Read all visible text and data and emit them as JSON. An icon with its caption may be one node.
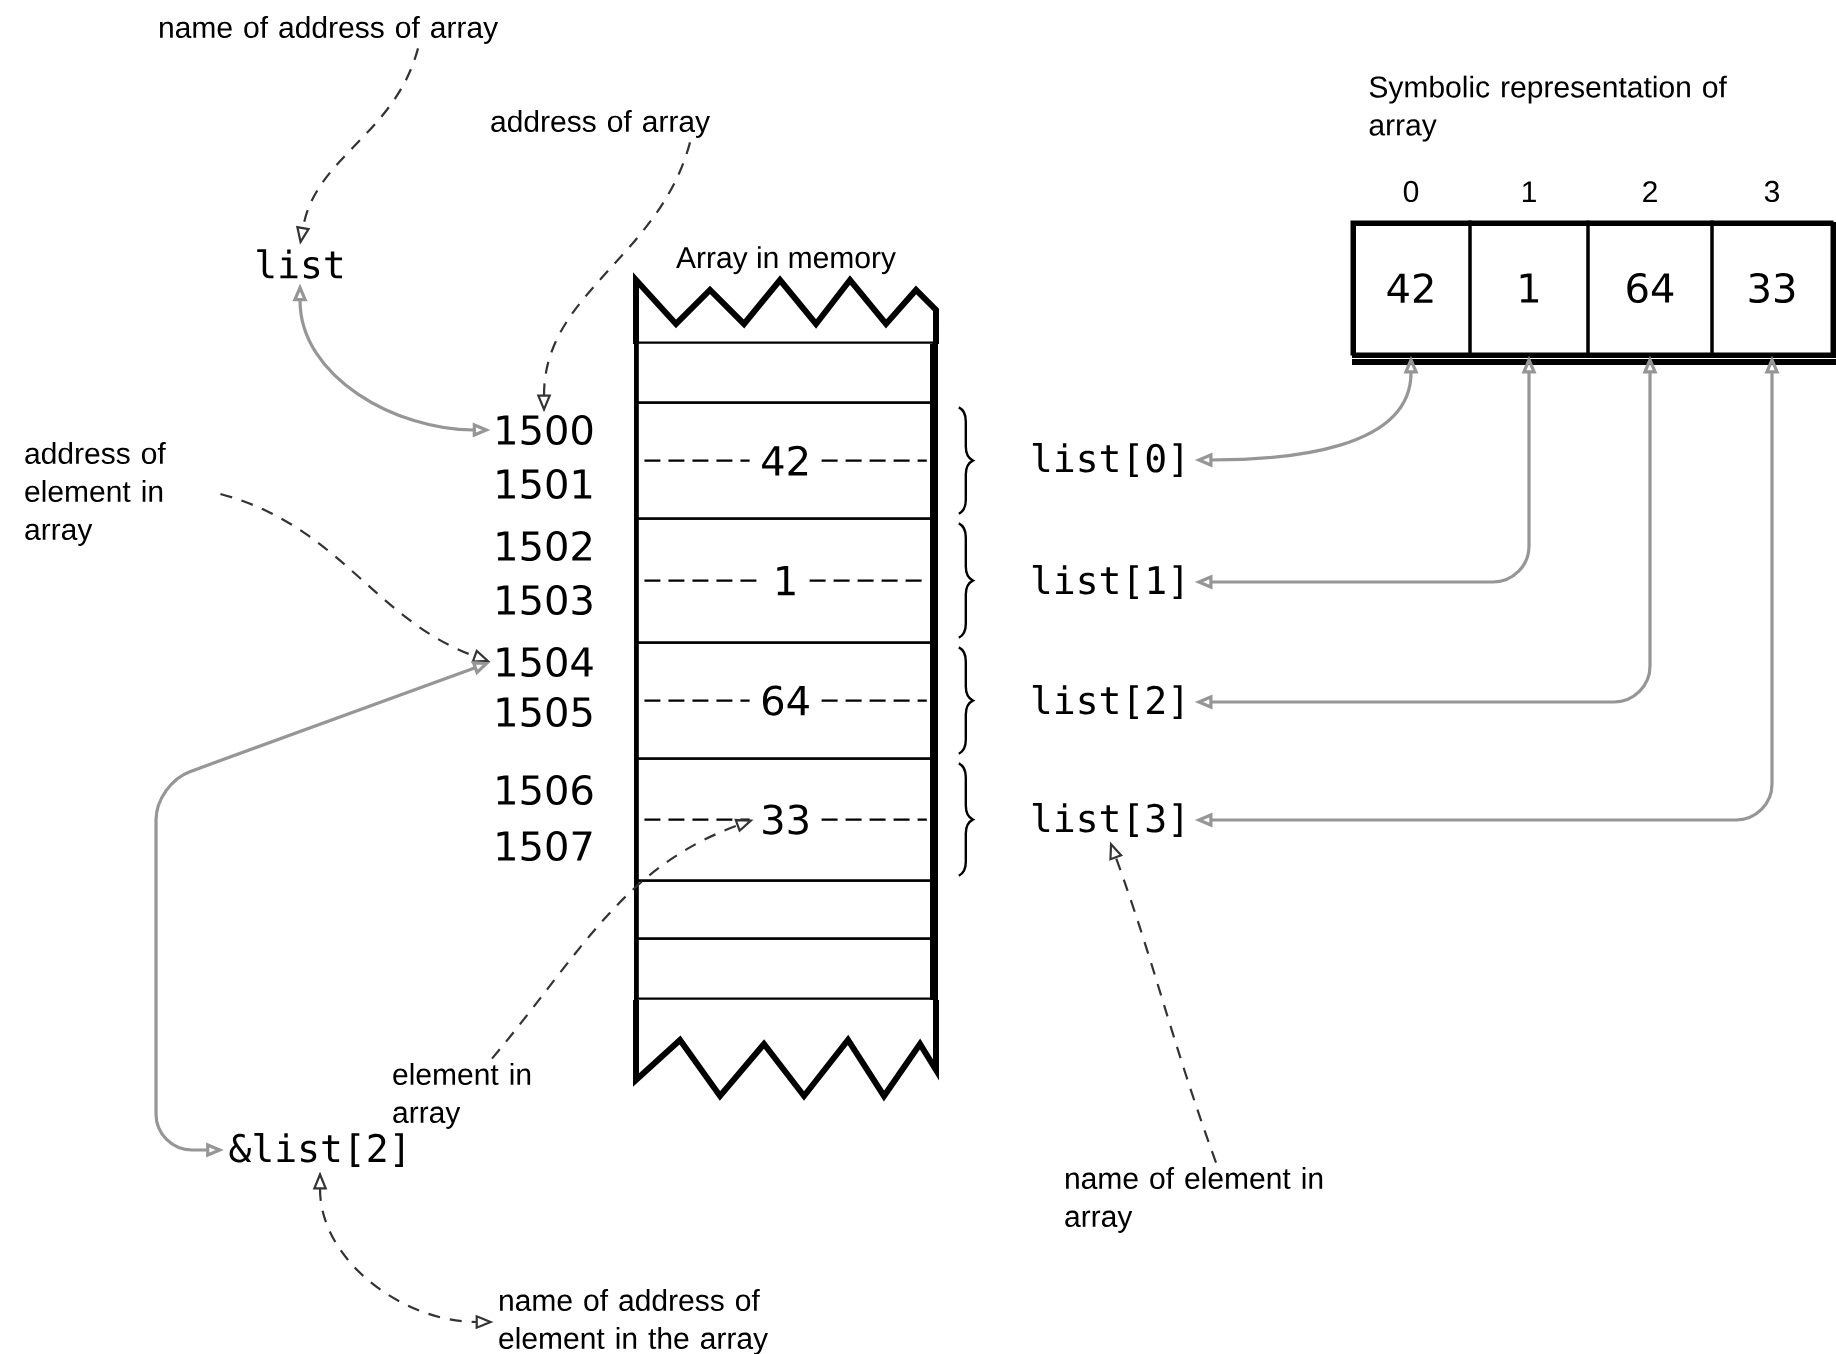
{
  "diagram": {
    "nodes": [
      {
        "text": [
          "name of address of array"
        ]
      },
      {
        "text": [
          "address of array"
        ]
      },
      {
        "text": [
          "list"
        ]
      },
      {
        "text": [
          "Array in memory"
        ]
      },
      {
        "text": [],
        "shape": "box",
        "in": 3
      },
      {
        "text": [
          "42"
        ],
        "in": 3
      },
      {
        "text": [
          "1"
        ],
        "in": 3
      },
      {
        "text": [
          "64"
        ],
        "in": 3
      },
      {
        "text": [
          "33"
        ],
        "in": 3
      },
      {
        "text": [],
        "shape": "box",
        "in": 3
      },
      {
        "text": [],
        "shape": "box",
        "in": 3
      },
      {
        "text": [
          "1500"
        ]
      },
      {
        "text": [
          "1501"
        ]
      },
      {
        "text": [
          "1502"
        ]
      },
      {
        "text": [
          "1503"
        ]
      },
      {
        "text": [
          "1504"
        ]
      },
      {
        "text": [
          "1505"
        ]
      },
      {
        "text": [
          "1506"
        ]
      },
      {
        "text": [
          "1507"
        ]
      },
      {
        "text": [
          "address of element in array"
        ]
      },
      {
        "text": [
          "list[0]"
        ]
      },
      {
        "text": [
          "list[1]"
        ]
      },
      {
        "text": [
          "list[2]"
        ]
      },
      {
        "text": [
          "list[3]"
        ]
      },
      {
        "text": [
          "Symbolic representation of array"
        ]
      },
      {
        "text": [
          "42"
        ],
        "in": 24,
        "beside": [
          "0"
        ]
      },
      {
        "text": [
          "1"
        ],
        "in": 24,
        "beside": [
          "1"
        ]
      },
      {
        "text": [
          "64"
        ],
        "in": 24,
        "beside": [
          "2"
        ]
      },
      {
        "text": [
          "33"
        ],
        "in": 24,
        "beside": [
          "3"
        ]
      },
      {
        "text": [
          "element in array"
        ]
      },
      {
        "text": [
          "name of element in array"
        ]
      },
      {
        "text": [
          "&list[2]"
        ]
      },
      {
        "text": [
          "name of address of element in the array"
        ]
      }
    ],
    "edges": [
      {
        "from": 0,
        "to": 2,
        "arrow": "to",
        "style": "dashed",
        "color": "#333333"
      },
      {
        "from": 1,
        "to": 11,
        "arrow": "to",
        "style": "dashed",
        "color": "#333333"
      },
      {
        "from": 2,
        "to": 11,
        "arrow": "both",
        "color": "#969696"
      },
      {
        "from": 19,
        "to": 15,
        "arrow": "to",
        "style": "dashed",
        "color": "#333333"
      },
      {
        "from": 31,
        "to": 15,
        "arrow": "both",
        "color": "#969696"
      },
      {
        "from": 29,
        "to": 8,
        "arrow": "to",
        "style": "dashed",
        "color": "#333333"
      },
      {
        "from": 25,
        "to": 20,
        "arrow": "both",
        "color": "#969696"
      },
      {
        "from": 26,
        "to": 21,
        "arrow": "both",
        "color": "#969696"
      },
      {
        "from": 27,
        "to": 22,
        "arrow": "both",
        "color": "#969696"
      },
      {
        "from": 28,
        "to": 23,
        "arrow": "both",
        "color": "#969696"
      },
      {
        "from": 30,
        "to": 23,
        "arrow": "to",
        "style": "dashed",
        "color": "#333333"
      },
      {
        "from": 31,
        "to": 32,
        "arrow": "both",
        "style": "dashed",
        "color": "#333333"
      }
    ]
  }
}
